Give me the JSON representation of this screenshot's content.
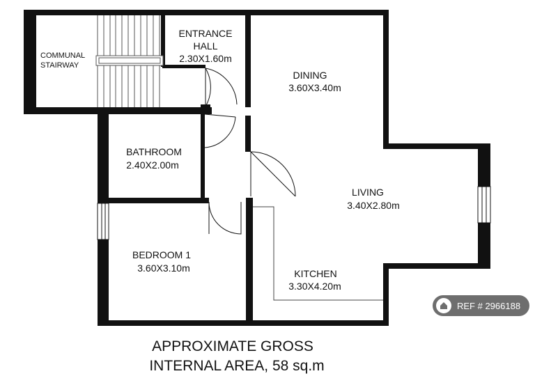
{
  "stairway": {
    "line1": "COMMUNAL",
    "line2": "STAIRWAY"
  },
  "rooms": {
    "entrance": {
      "line1": "ENTRANCE",
      "line2": "HALL",
      "size": "2.30X1.60m"
    },
    "dining": {
      "name": "DINING",
      "size": "3.60X3.40m"
    },
    "bathroom": {
      "name": "BATHROOM",
      "size": "2.40X2.00m"
    },
    "living": {
      "name": "LIVING",
      "size": "3.40X2.80m"
    },
    "bedroom": {
      "name": "BEDROOM 1",
      "size": "3.60X3.10m"
    },
    "kitchen": {
      "name": "KITCHEN",
      "size": "3.30X4.20m"
    }
  },
  "caption": {
    "line1": "APPROXIMATE GROSS",
    "line2": "INTERNAL AREA, 58 sq.m"
  },
  "badge": {
    "text": "REF # 2966188",
    "icon": "home-icon"
  }
}
